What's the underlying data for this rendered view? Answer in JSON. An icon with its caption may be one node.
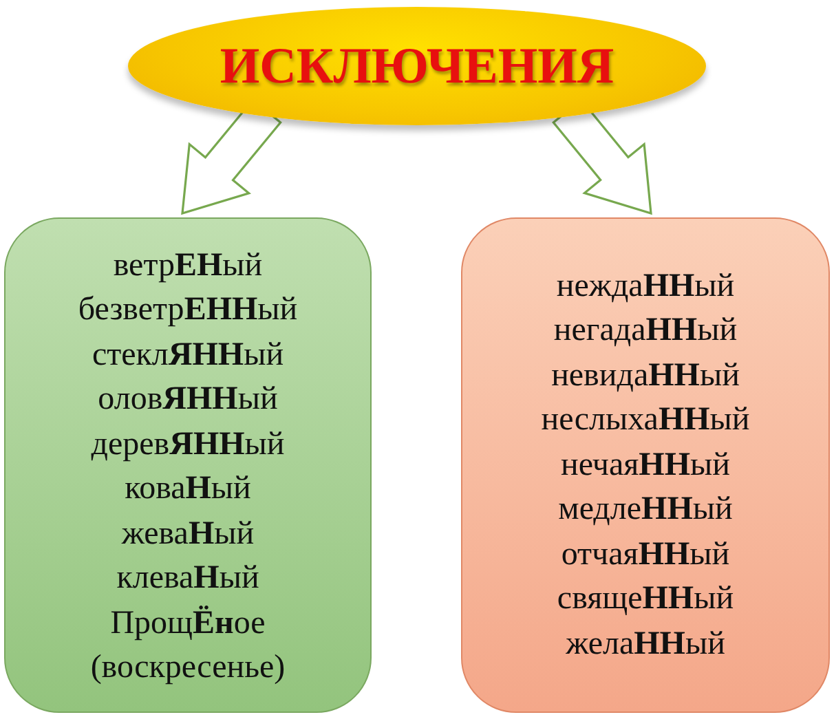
{
  "diagram": {
    "nodes": [
      {
        "text": [
          "ИСКЛЮЧЕНИЯ"
        ]
      },
      {
        "text": [
          "ветр**ЕН**ый",
          "безветр**ЕНН**ый",
          "стекл**ЯНН**ый",
          "олов**ЯНН**ый",
          "дерев**ЯНН**ый",
          "кова**Н**ый",
          "жева**Н**ый",
          "клева**Н**ый",
          "Прощ**Ён**ое",
          "(воскресенье)"
        ]
      },
      {
        "text": [
          "нежда**НН**ый",
          "негада**НН**ый",
          "невида**НН**ый",
          "неслыха**НН**ый",
          "нечая**НН**ый",
          "медле**НН**ый",
          "отчая**НН**ый",
          "свяще**НН**ый",
          "жела**НН**ый"
        ]
      }
    ],
    "edges": [
      {
        "from": 0,
        "to": 1,
        "arrow": "to"
      },
      {
        "from": 0,
        "to": 2,
        "arrow": "to"
      }
    ]
  }
}
